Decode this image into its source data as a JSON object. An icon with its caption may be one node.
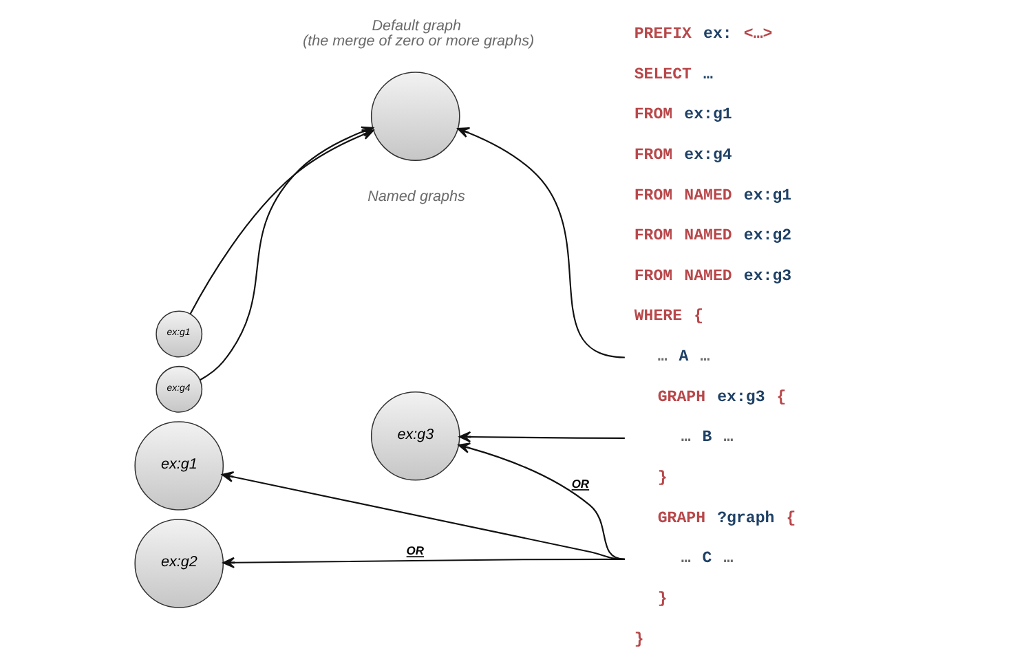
{
  "diagram": {
    "nodes": [
      {
        "text": [
          "ex:g1"
        ]
      },
      {
        "text": [
          "ex:g4"
        ]
      },
      {
        "text": [],
        "shape": "circle"
      },
      {
        "text": [
          "ex:g3"
        ]
      },
      {
        "text": [
          "ex:g1"
        ]
      },
      {
        "text": [
          "ex:g2"
        ]
      },
      {
        "text": [
          "… A …"
        ]
      },
      {
        "text": [
          "… B …"
        ]
      },
      {
        "text": [
          "… C …"
        ]
      }
    ],
    "edges": [
      {
        "from": 0,
        "to": 2,
        "arrow": "to"
      },
      {
        "from": 1,
        "to": 2,
        "arrow": "to"
      },
      {
        "from": 6,
        "to": 2,
        "arrow": "to"
      },
      {
        "from": 7,
        "to": 3,
        "arrow": "to"
      },
      {
        "from": 8,
        "to": 3,
        "arrow": "to",
        "label": "OR"
      },
      {
        "from": 8,
        "to": 4,
        "arrow": "to"
      },
      {
        "from": 8,
        "to": 5,
        "arrow": "to",
        "label": "OR"
      }
    ],
    "labels": [
      "Default graph",
      "(the merge of zero or more graphs)",
      "Named graphs",
      "PREFIX ex: <…>",
      "SELECT …",
      "FROM ex:g1",
      "FROM ex:g4",
      "FROM NAMED ex:g1",
      "FROM NAMED ex:g2",
      "FROM NAMED ex:g3",
      "WHERE {",
      "GRAPH ex:g3 {",
      "}",
      "GRAPH ?graph {",
      "}",
      "}"
    ]
  }
}
